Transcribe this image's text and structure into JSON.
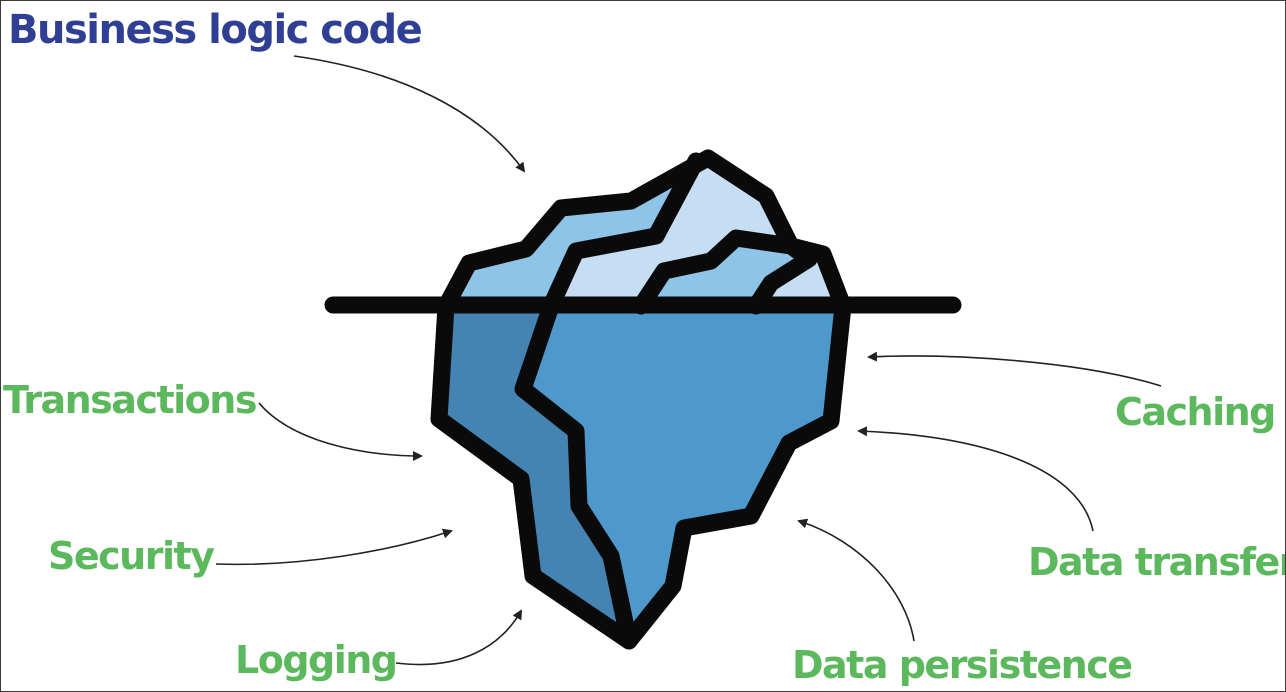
{
  "title": "Business logic code",
  "labels": {
    "transactions": "Transactions",
    "security": "Security",
    "logging": "Logging",
    "caching": "Caching",
    "data_transfer": "Data transfer",
    "data_persistence": "Data persistence"
  },
  "colors": {
    "title": "#2e3f94",
    "labels": "#5cb85c",
    "ice_above_light": "#c6def3",
    "ice_above_mid": "#8dc4e8",
    "ice_below_dark": "#4583b2",
    "ice_below_main": "#4f98cb",
    "outline": "#0a0a0a"
  }
}
